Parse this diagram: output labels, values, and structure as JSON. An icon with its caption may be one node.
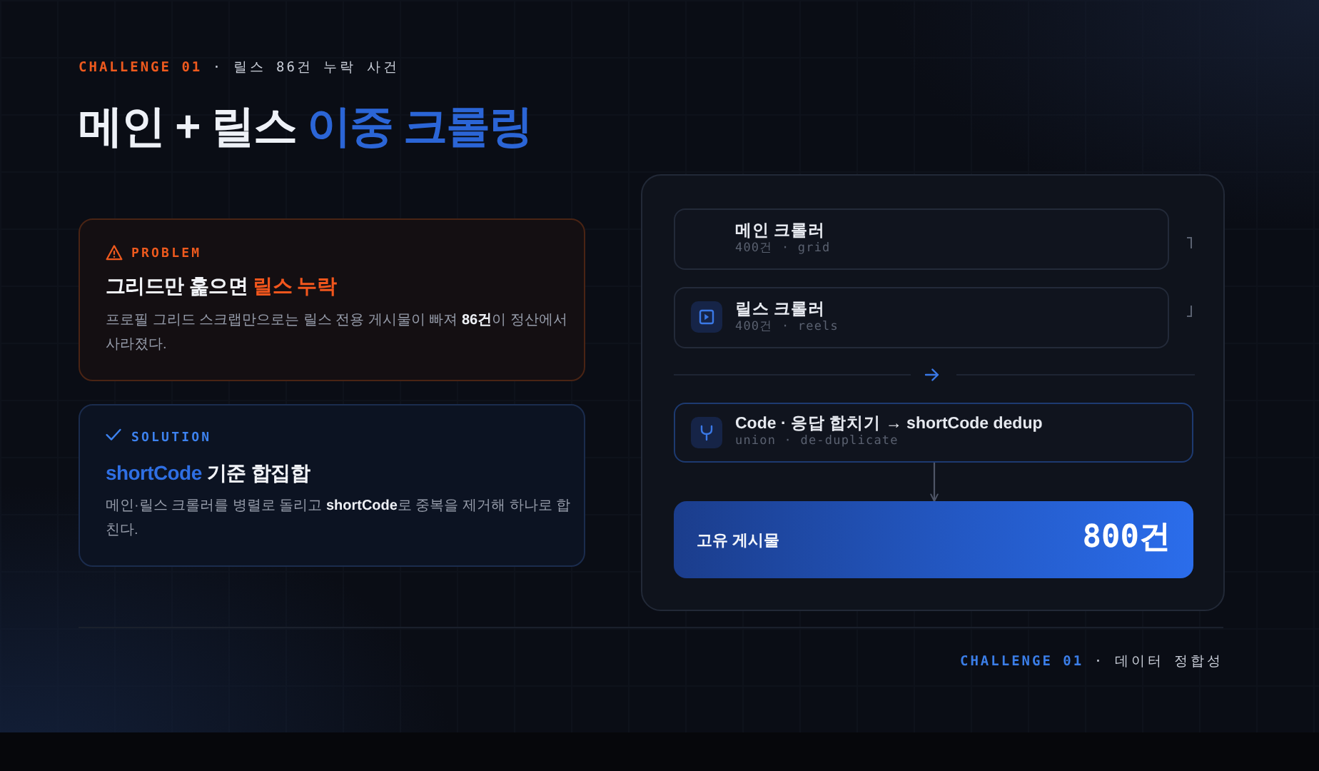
{
  "diagram": {
    "title": "메인 + 릴스 **이중 크롤링**",
    "nodes": [
      {
        "text": [
          "PROBLEM",
          "그리드만 훑으면 **릴스 누락**",
          "프로필 그리드 스크랩만으로는 릴스 전용 게시물이 빠져 **86건**이 정산에서 사라졌다."
        ]
      },
      {
        "text": [
          "SOLUTION",
          "**shortCode** 기준 합집합",
          "메인·릴스 크롤러를 병렬로 돌리고 **shortCode**로 중복을 제거해 하나로 합친다."
        ]
      },
      {
        "text": [],
        "shape": "box"
      },
      {
        "text": [
          "메인 크롤러",
          "400건 · grid"
        ],
        "in": 2
      },
      {
        "text": [
          "릴스 크롤러",
          "400건 · reels"
        ],
        "in": 2
      },
      {
        "text": [
          "Code · 응답 합치기 → shortCode dedup",
          "union · de-duplicate"
        ],
        "in": 2
      },
      {
        "text": [
          "고유 게시물",
          "800건"
        ],
        "in": 2
      }
    ],
    "edges": [
      {
        "from": 5,
        "to": 6,
        "arrow": "to"
      }
    ],
    "labels": [
      "**CHALLENGE 01** · 릴스 86건 누락 사건",
      "**CHALLENGE 01** · 데이터 정합성"
    ]
  }
}
